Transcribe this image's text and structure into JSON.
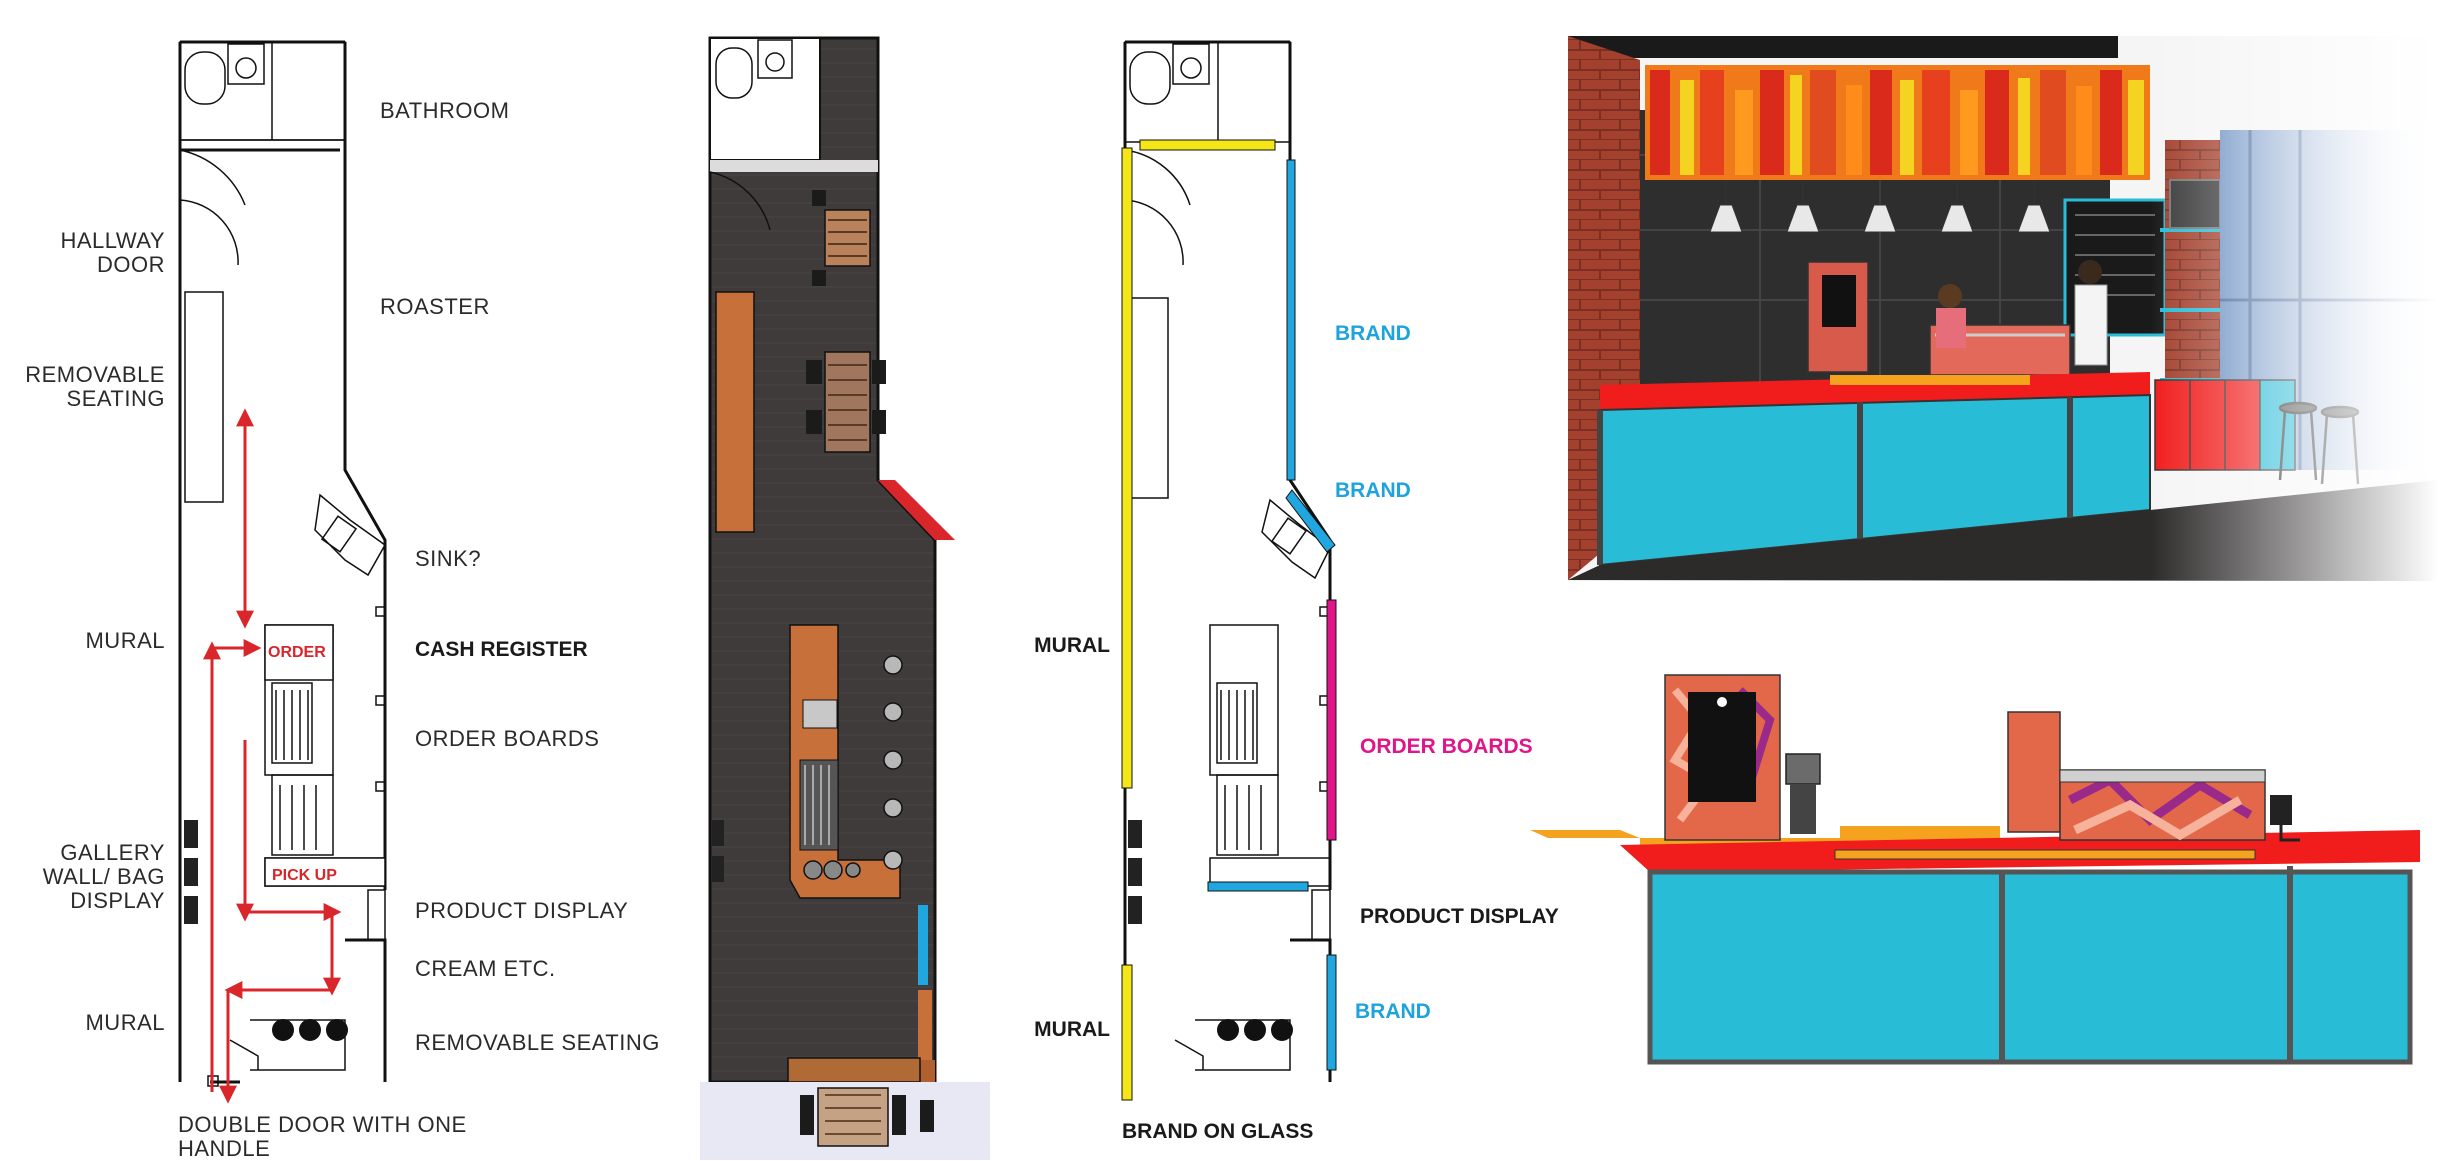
{
  "plan1": {
    "labels": {
      "bathroom": "BATHROOM",
      "hallway_door_1": "HALLWAY",
      "hallway_door_2": "DOOR",
      "roaster": "ROASTER",
      "removable_seating_1": "REMOVABLE",
      "removable_seating_2": "SEATING",
      "sink": "SINK?",
      "mural_top": "MURAL",
      "cash_register": "CASH REGISTER",
      "order_boards": "ORDER BOARDS",
      "gallery_1": "GALLERY",
      "gallery_2": "WALL/ BAG",
      "gallery_3": "DISPLAY",
      "product_display": "PRODUCT DISPLAY",
      "cream": "CREAM ETC.",
      "mural_bottom": "MURAL",
      "removable_seating_bottom": "REMOVABLE SEATING",
      "double_door_1": "DOUBLE DOOR WITH ONE",
      "double_door_2": "HANDLE"
    },
    "tags": {
      "order": "ORDER",
      "pick_up": "PICK UP"
    }
  },
  "plan3": {
    "labels": {
      "brand_1": "BRAND",
      "brand_2": "BRAND",
      "mural_top": "MURAL",
      "order_boards": "ORDER BOARDS",
      "product_display": "PRODUCT DISPLAY",
      "brand_3": "BRAND",
      "mural_bottom": "MURAL",
      "brand_on_glass": "BRAND ON GLASS"
    }
  },
  "colors": {
    "flow_arrow": "#d9262b",
    "mural_yellow": "#f5e617",
    "brand_blue": "#20a7e0",
    "order_magenta": "#e0158a",
    "counter_teal": "#29bcd6",
    "counter_red": "#f11c1c",
    "floor_dark": "#3d3a3a",
    "wood": "#c8703a"
  }
}
